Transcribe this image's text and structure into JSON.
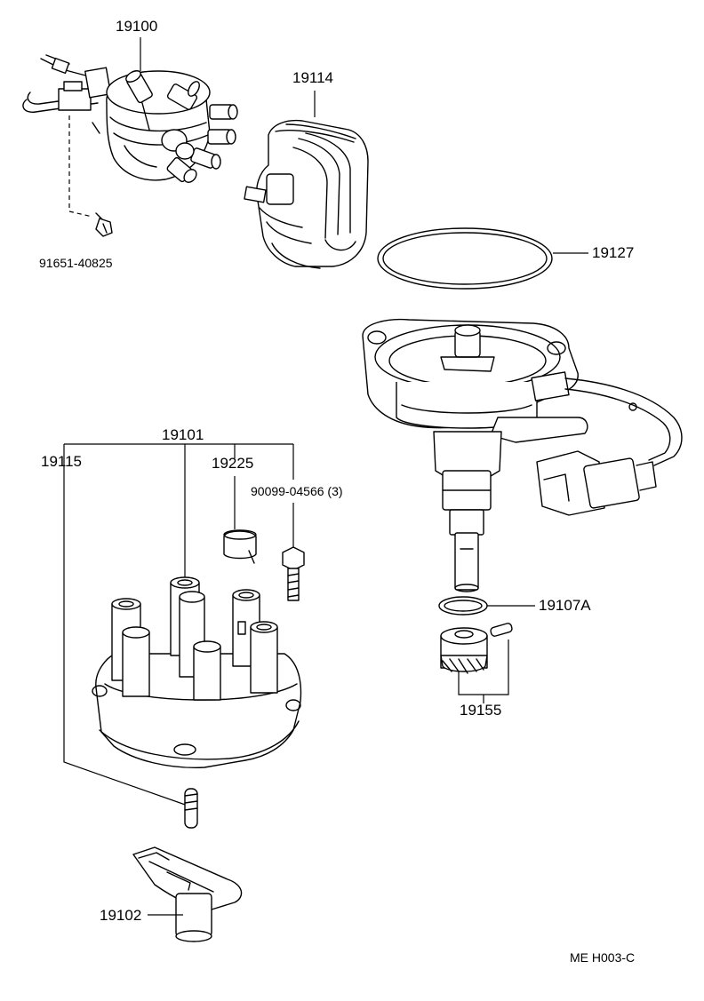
{
  "labels": {
    "p19100": "19100",
    "p19114": "19114",
    "p91651": "91651-40825",
    "p19127": "19127",
    "p19101": "19101",
    "p19115": "19115",
    "p19225": "19225",
    "p90099": "90099-04566 (3)",
    "p19107a": "19107A",
    "p19155": "19155",
    "p19102": "19102",
    "code": "ME  H003-C"
  },
  "icons": {
    "distributor_assembly": "distributor-assembly-icon",
    "ignition_coil": "ignition-coil-icon",
    "bolt": "bolt-icon",
    "o_ring_large": "o-ring-icon",
    "distributor_housing": "distributor-housing-icon",
    "distributor_cap": "distributor-cap-icon",
    "rubber_cap": "rubber-cap-icon",
    "cap_screw": "screw-icon",
    "o_ring_small": "o-ring-icon",
    "driven_gear": "gear-icon",
    "pin": "pin-icon",
    "spring_carbon": "spring-icon",
    "rotor": "rotor-icon"
  }
}
